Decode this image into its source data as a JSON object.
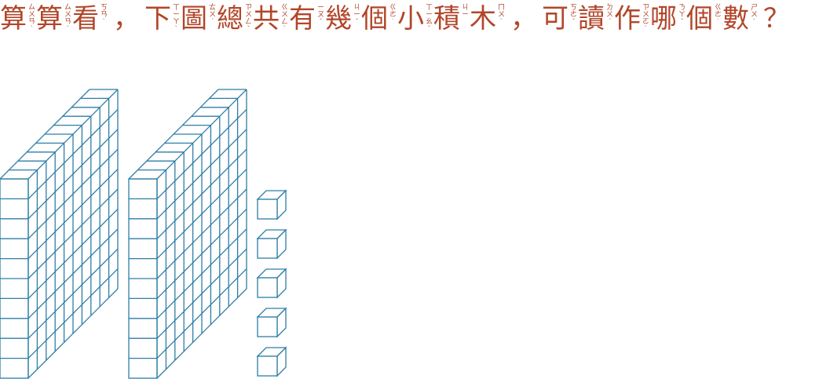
{
  "question": {
    "segments": [
      {
        "char": "算",
        "zhuyin": "ㄙㄨㄢ",
        "tone": "ˋ"
      },
      {
        "char": "算",
        "zhuyin": "ㄙㄨㄢ",
        "tone": "ˋ"
      },
      {
        "char": "看",
        "zhuyin": "ㄎㄢ",
        "tone": "ˋ"
      },
      {
        "punct": "，"
      },
      {
        "char": "下",
        "zhuyin": "ㄒㄧㄚ",
        "tone": "ˋ"
      },
      {
        "char": "圖",
        "zhuyin": "ㄊㄨ",
        "tone": "ˊ"
      },
      {
        "char": "總",
        "zhuyin": "ㄗㄨㄥ",
        "tone": "ˇ"
      },
      {
        "char": "共",
        "zhuyin": "ㄍㄨㄥ",
        "tone": "ˋ"
      },
      {
        "char": "有",
        "zhuyin": "ㄧㄡ",
        "tone": "ˇ"
      },
      {
        "char": "幾",
        "zhuyin": "ㄐㄧ",
        "tone": "ˇ"
      },
      {
        "char": "個",
        "zhuyin": "ㄍㄜ",
        "tone": "˙"
      },
      {
        "char": "小",
        "zhuyin": "ㄒㄧㄠ",
        "tone": "ˇ"
      },
      {
        "char": "積",
        "zhuyin": "ㄐㄧ",
        "tone": ""
      },
      {
        "char": "木",
        "zhuyin": "ㄇㄨ",
        "tone": "ˋ"
      },
      {
        "punct": "，"
      },
      {
        "char": "可",
        "zhuyin": "ㄎㄜ",
        "tone": "ˇ"
      },
      {
        "char": "讀",
        "zhuyin": "ㄉㄨ",
        "tone": "ˊ"
      },
      {
        "char": "作",
        "zhuyin": "ㄗㄨㄛ",
        "tone": "ˋ"
      },
      {
        "char": "哪",
        "zhuyin": "ㄋㄚ",
        "tone": "ˇ"
      },
      {
        "char": "個",
        "zhuyin": "ㄍㄜ",
        "tone": "˙"
      },
      {
        "char": "數",
        "zhuyin": "ㄕㄨ",
        "tone": "ˋ"
      },
      {
        "punct": "？"
      }
    ]
  },
  "figure": {
    "hundred_flats": 2,
    "unit_cubes": 5,
    "line_color": "#2e7ea6"
  }
}
